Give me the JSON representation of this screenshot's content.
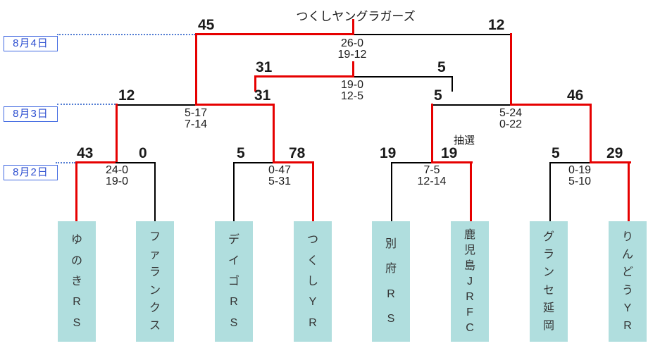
{
  "title": "つくしヤングラガーズ",
  "date_labels": [
    "8月4日",
    "8月3日",
    "8月2日"
  ],
  "teams": [
    {
      "name": "ゆのきRS"
    },
    {
      "name": "ファランクス"
    },
    {
      "name": "デイゴRS"
    },
    {
      "name": "つくしYR"
    },
    {
      "name": "別府RS"
    },
    {
      "name": "鹿児島JRFC"
    },
    {
      "name": "グランセ延岡"
    },
    {
      "name": "りんどうYR"
    }
  ],
  "matches": {
    "final": {
      "left_total": "45",
      "right_total": "12",
      "period_scores": [
        "26-0",
        "19-12"
      ]
    },
    "third_place": {
      "left_total": "31",
      "right_total": "5",
      "period_scores": [
        "19-0",
        "12-5"
      ]
    },
    "semifinal_left": {
      "left_total": "12",
      "right_total": "31",
      "period_scores": [
        "5-17",
        "7-14"
      ]
    },
    "semifinal_right": {
      "left_total": "5",
      "right_total": "46",
      "period_scores": [
        "5-24",
        "0-22"
      ]
    },
    "quarterfinal_1": {
      "left_total": "43",
      "right_total": "0",
      "period_scores": [
        "24-0",
        "19-0"
      ]
    },
    "quarterfinal_2": {
      "left_total": "5",
      "right_total": "78",
      "period_scores": [
        "0-47",
        "5-31"
      ]
    },
    "quarterfinal_3": {
      "left_total": "19",
      "right_total": "19",
      "period_scores": [
        "7-5",
        "12-14"
      ],
      "note": "抽選"
    },
    "quarterfinal_4": {
      "left_total": "5",
      "right_total": "29",
      "period_scores": [
        "0-19",
        "5-10"
      ]
    }
  },
  "colors": {
    "winner_path": "#e60000",
    "line": "#000000",
    "team_box": "#b0dede",
    "date_text": "#2d4fd0",
    "date_border": "#4169e1",
    "dotted_line": "#3366cc"
  }
}
